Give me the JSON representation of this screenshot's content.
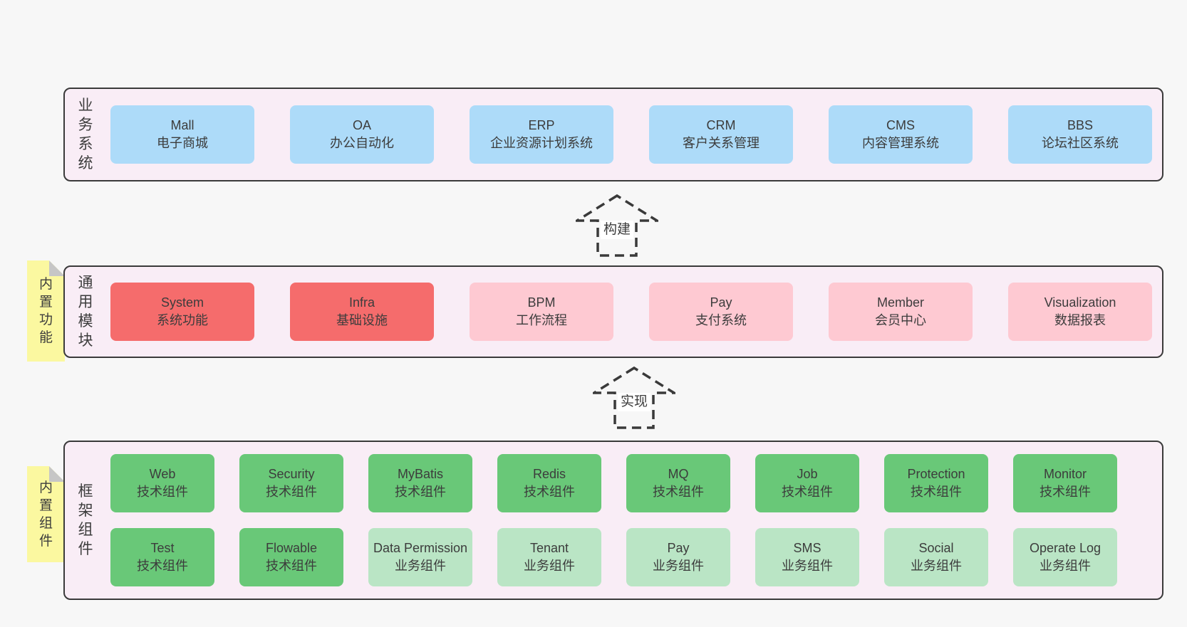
{
  "colors": {
    "page_background": "#f7f7f7",
    "section_background": "#f9edf6",
    "section_border": "#3a3a3a",
    "box_blue": "#addbf9",
    "box_red": "#f56c6c",
    "box_pink": "#fec9d2",
    "box_green": "#69c878",
    "box_light_green": "#bae5c5",
    "sticky_yellow": "#fbf8a0",
    "sticky_fold_gray": "#c6c6c6",
    "text": "#3c3c3c"
  },
  "arrows": {
    "build": {
      "label": "构建"
    },
    "implement": {
      "label": "实现"
    }
  },
  "sections": {
    "business": {
      "label": "业务系统",
      "boxes": [
        {
          "title": "Mall",
          "subtitle": "电子商城",
          "variant": "blue"
        },
        {
          "title": "OA",
          "subtitle": "办公自动化",
          "variant": "blue"
        },
        {
          "title": "ERP",
          "subtitle": "企业资源计划系统",
          "variant": "blue"
        },
        {
          "title": "CRM",
          "subtitle": "客户关系管理",
          "variant": "blue"
        },
        {
          "title": "CMS",
          "subtitle": "内容管理系统",
          "variant": "blue"
        },
        {
          "title": "BBS",
          "subtitle": "论坛社区系统",
          "variant": "blue"
        }
      ]
    },
    "modules": {
      "label": "通用模块",
      "sticky": "内置功能",
      "boxes": [
        {
          "title": "System",
          "subtitle": "系统功能",
          "variant": "red"
        },
        {
          "title": "Infra",
          "subtitle": "基础设施",
          "variant": "red"
        },
        {
          "title": "BPM",
          "subtitle": "工作流程",
          "variant": "pink"
        },
        {
          "title": "Pay",
          "subtitle": "支付系统",
          "variant": "pink"
        },
        {
          "title": "Member",
          "subtitle": "会员中心",
          "variant": "pink"
        },
        {
          "title": "Visualization",
          "subtitle": "数据报表",
          "variant": "pink"
        }
      ]
    },
    "framework": {
      "label": "框架组件",
      "sticky": "内置组件",
      "row1": [
        {
          "title": "Web",
          "subtitle": "技术组件",
          "variant": "green"
        },
        {
          "title": "Security",
          "subtitle": "技术组件",
          "variant": "green"
        },
        {
          "title": "MyBatis",
          "subtitle": "技术组件",
          "variant": "green"
        },
        {
          "title": "Redis",
          "subtitle": "技术组件",
          "variant": "green"
        },
        {
          "title": "MQ",
          "subtitle": "技术组件",
          "variant": "green"
        },
        {
          "title": "Job",
          "subtitle": "技术组件",
          "variant": "green"
        },
        {
          "title": "Protection",
          "subtitle": "技术组件",
          "variant": "green"
        },
        {
          "title": "Monitor",
          "subtitle": "技术组件",
          "variant": "green"
        }
      ],
      "row2": [
        {
          "title": "Test",
          "subtitle": "技术组件",
          "variant": "green"
        },
        {
          "title": "Flowable",
          "subtitle": "技术组件",
          "variant": "green"
        },
        {
          "title": "Data Permission",
          "subtitle": "业务组件",
          "variant": "lightgreen"
        },
        {
          "title": "Tenant",
          "subtitle": "业务组件",
          "variant": "lightgreen"
        },
        {
          "title": "Pay",
          "subtitle": "业务组件",
          "variant": "lightgreen"
        },
        {
          "title": "SMS",
          "subtitle": "业务组件",
          "variant": "lightgreen"
        },
        {
          "title": "Social",
          "subtitle": "业务组件",
          "variant": "lightgreen"
        },
        {
          "title": "Operate Log",
          "subtitle": "业务组件",
          "variant": "lightgreen"
        }
      ]
    }
  }
}
